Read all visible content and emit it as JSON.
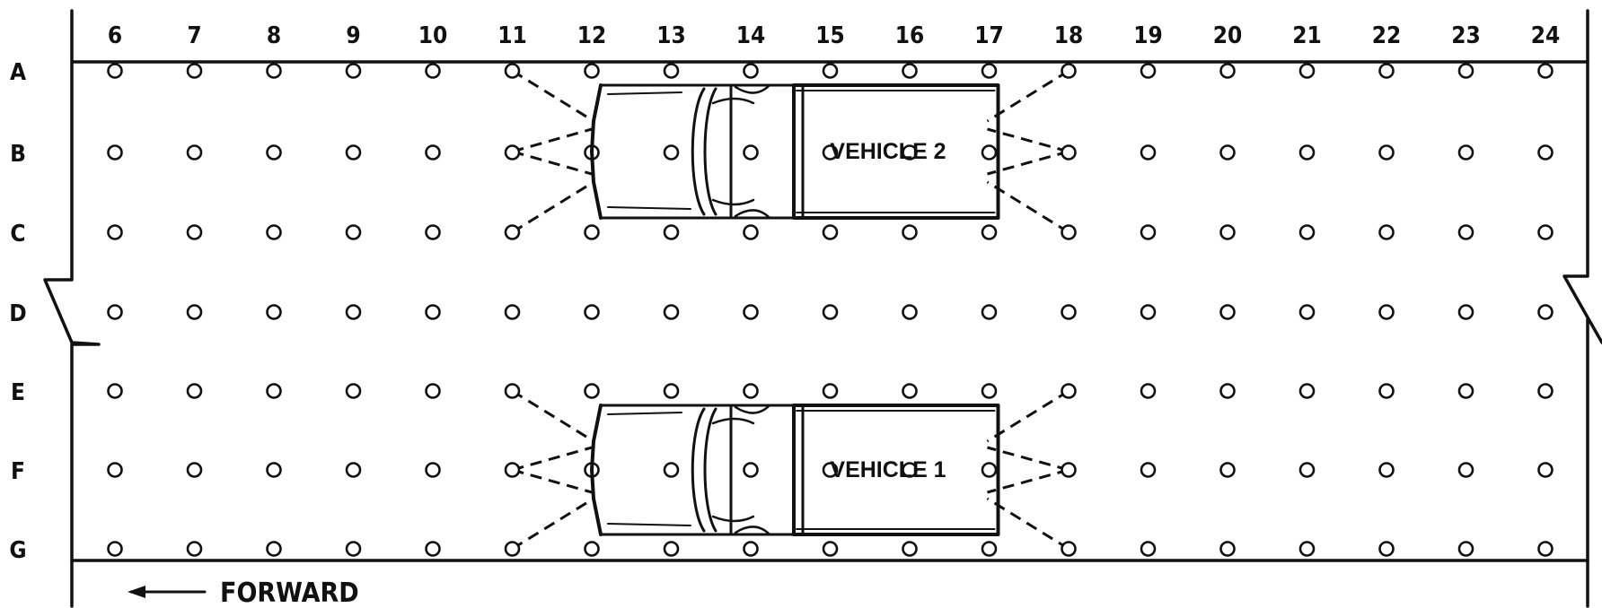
{
  "columns": [
    "6",
    "7",
    "8",
    "9",
    "10",
    "11",
    "12",
    "13",
    "14",
    "15",
    "16",
    "17",
    "18",
    "19",
    "20",
    "21",
    "22",
    "23",
    "24"
  ],
  "rows": [
    "A",
    "B",
    "C",
    "D",
    "E",
    "F",
    "G"
  ],
  "vehicles": [
    {
      "label": "VEHICLE 2",
      "rows": [
        "A",
        "C"
      ],
      "cols": [
        "12",
        "17"
      ],
      "tie_left_col": "11",
      "tie_right_col": "18"
    },
    {
      "label": "VEHICLE 1",
      "rows": [
        "E",
        "G"
      ],
      "cols": [
        "12",
        "17"
      ],
      "tie_left_col": "11",
      "tie_right_col": "18"
    }
  ],
  "forward_label": "FORWARD",
  "colors": {
    "ink": "#111111",
    "background": "#ffffff"
  }
}
